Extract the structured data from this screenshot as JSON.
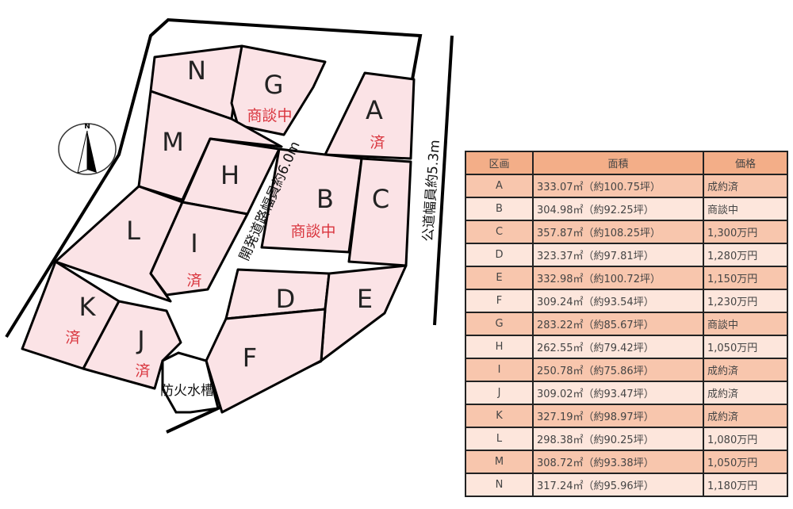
{
  "map": {
    "lots": [
      {
        "id": "N",
        "status": ""
      },
      {
        "id": "G",
        "status": "商談中"
      },
      {
        "id": "M",
        "status": ""
      },
      {
        "id": "H",
        "status": ""
      },
      {
        "id": "L",
        "status": ""
      },
      {
        "id": "I",
        "status": "済"
      },
      {
        "id": "K",
        "status": "済"
      },
      {
        "id": "J",
        "status": "済"
      },
      {
        "id": "A",
        "status": "済"
      },
      {
        "id": "B",
        "status": "商談中"
      },
      {
        "id": "C",
        "status": ""
      },
      {
        "id": "D",
        "status": ""
      },
      {
        "id": "E",
        "status": ""
      },
      {
        "id": "F",
        "status": ""
      }
    ],
    "dev_road": "開発道路幅員約6.0m",
    "public_road": "公道幅員約5.3m",
    "water_tank": "防火水槽",
    "compass": "N"
  },
  "table": {
    "headers": [
      "区画",
      "面積",
      "価格"
    ],
    "rows": [
      [
        "A",
        "333.07㎡（約100.75坪）",
        "成約済"
      ],
      [
        "B",
        "304.98㎡（約92.25坪）",
        "商談中"
      ],
      [
        "C",
        "357.87㎡（約108.25坪）",
        "1,300万円"
      ],
      [
        "D",
        "323.37㎡（約97.81坪）",
        "1,280万円"
      ],
      [
        "E",
        "332.98㎡（約100.72坪）",
        "1,150万円"
      ],
      [
        "F",
        "309.24㎡（約93.54坪）",
        "1,230万円"
      ],
      [
        "G",
        "283.22㎡（約85.67坪）",
        "商談中"
      ],
      [
        "H",
        "262.55㎡（約79.42坪）",
        "1,050万円"
      ],
      [
        "I",
        "250.78㎡（約75.86坪）",
        "成約済"
      ],
      [
        "J",
        "309.02㎡（約93.47坪）",
        "成約済"
      ],
      [
        "K",
        "327.19㎡（約98.97坪）",
        "成約済"
      ],
      [
        "L",
        "298.38㎡（約90.25坪）",
        "1,080万円"
      ],
      [
        "M",
        "308.72㎡（約93.38坪）",
        "1,050万円"
      ],
      [
        "N",
        "317.24㎡（約95.96坪）",
        "1,180万円"
      ]
    ]
  }
}
